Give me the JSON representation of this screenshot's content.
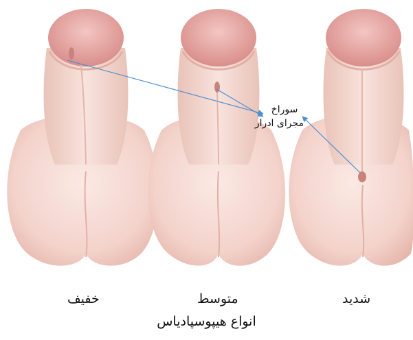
{
  "labels": {
    "mild": "خفیف",
    "moderate": "متوسط",
    "severe": "شدید",
    "callout_line1": "سوراخ",
    "callout_line2": "مجرای ادرار",
    "title": "انواع هیپوسپادیاس"
  },
  "colors": {
    "skin": "#f6dcd6",
    "skin_shadow": "#e8b8ae",
    "glans": "#e9aaa6",
    "arrow": "#4f8fcf"
  }
}
